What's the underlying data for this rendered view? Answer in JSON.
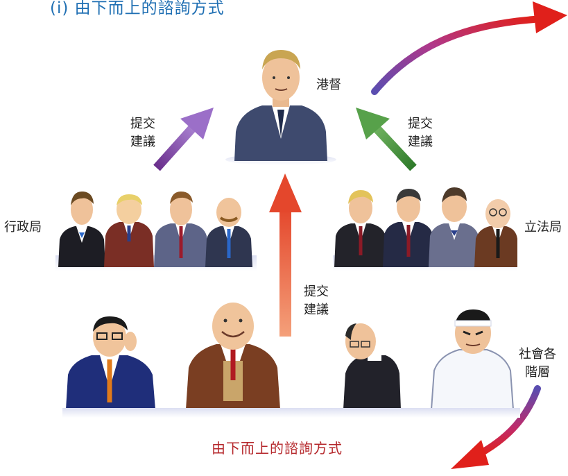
{
  "heading": "(i) 由下而上的諮詢方式",
  "caption": "由下而上的諮詢方式",
  "nodes": {
    "governor": "港督",
    "executive": "行政局",
    "legislative": "立法局",
    "society": [
      "社會各",
      "階層"
    ]
  },
  "arrow_labels": {
    "left": [
      "提交",
      "建議"
    ],
    "right": [
      "提交",
      "建議"
    ],
    "center": [
      "提交",
      "建議"
    ]
  },
  "colors": {
    "heading": "#1f6fb3",
    "caption": "#b5272b",
    "left_arrow": "#7b3f9e",
    "right_arrow": "#3f8f3a",
    "center_arrow": "#e4472c",
    "curve_start": "#5a4db0",
    "curve_end": "#e0201b"
  }
}
